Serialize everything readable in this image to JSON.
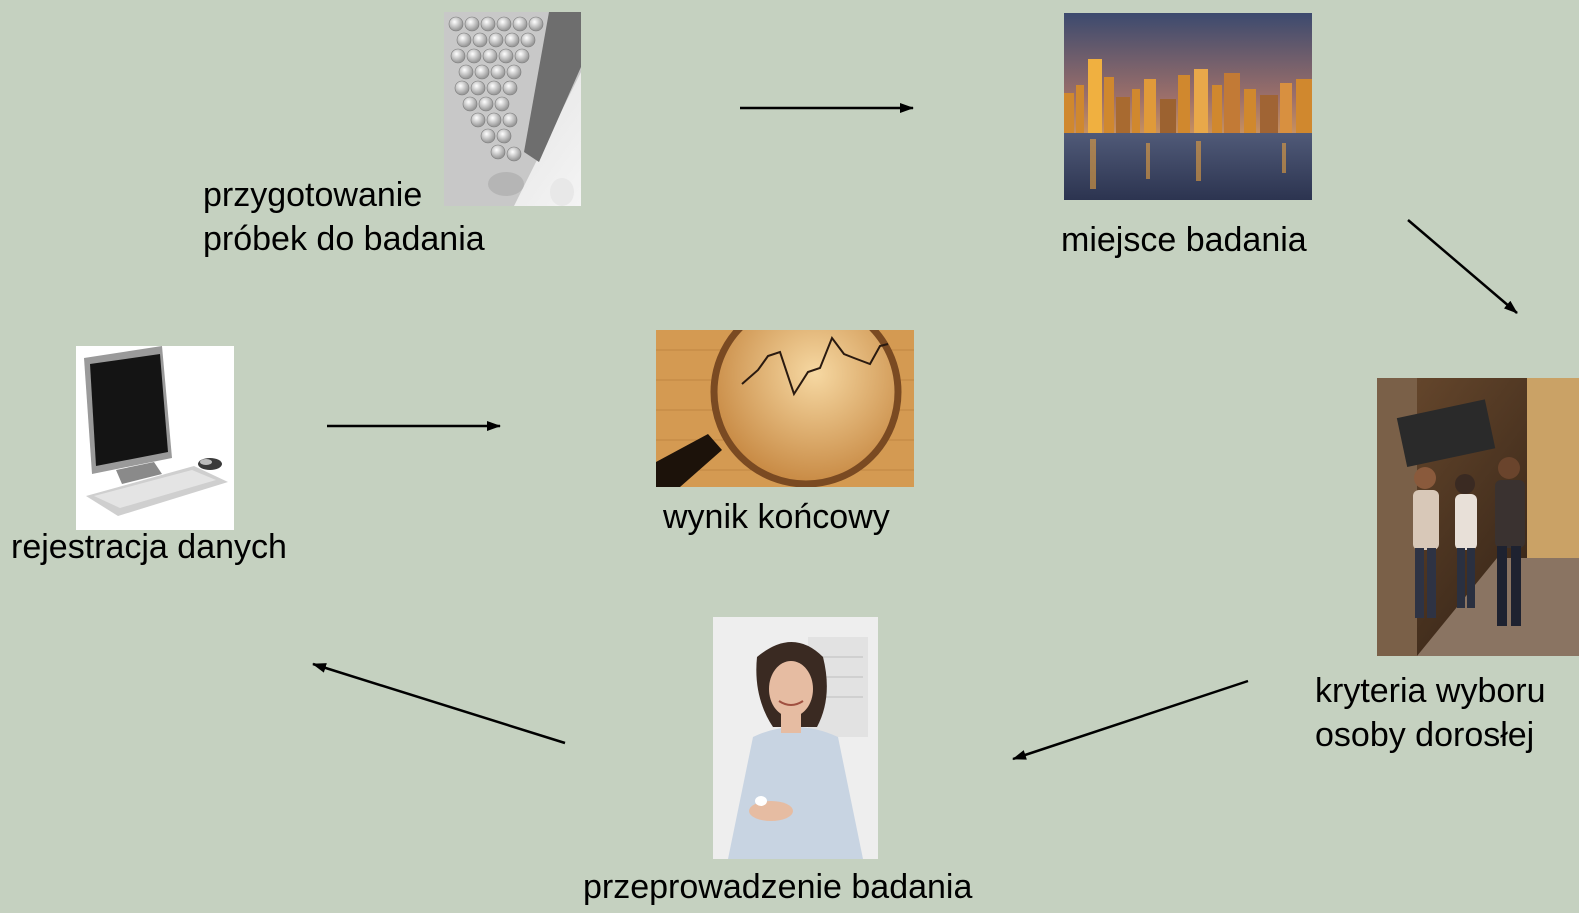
{
  "steps": {
    "preparation": {
      "line1": "przygotowanie",
      "line2": "próbek do badania",
      "icon": "pills-icon"
    },
    "location": {
      "label": "miejsce badania",
      "icon": "city-skyline-icon"
    },
    "criteria": {
      "line1": "kryteria wyboru",
      "line2": "osoby dorosłej",
      "icon": "people-walking-icon"
    },
    "conduct": {
      "label": "przeprowadzenie badania",
      "icon": "woman-portrait-icon"
    },
    "registration": {
      "label": "rejestracja danych",
      "icon": "computer-icon"
    },
    "result": {
      "label": "wynik końcowy",
      "icon": "magnifier-chart-icon"
    }
  },
  "colors": {
    "background": "#c5d1c0",
    "arrow": "#000000",
    "text": "#000000"
  }
}
